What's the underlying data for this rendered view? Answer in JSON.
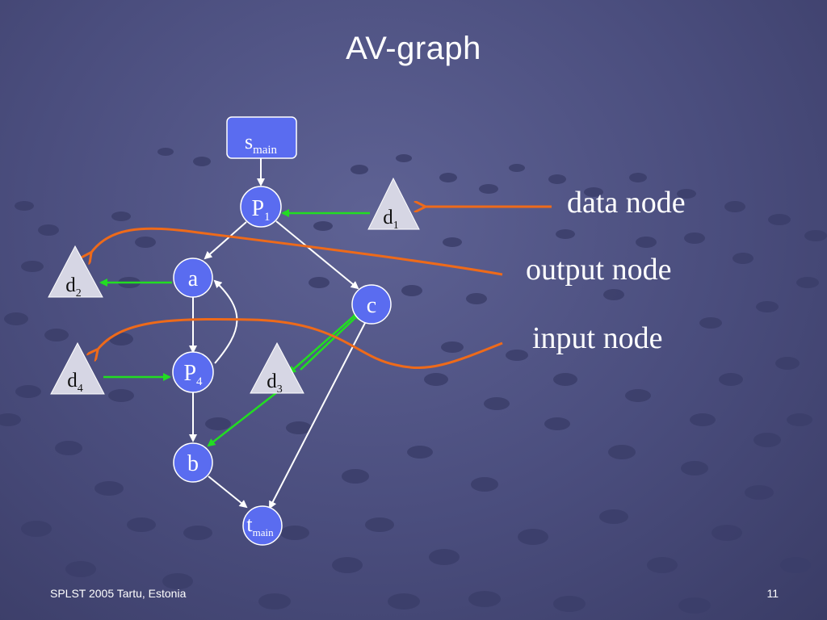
{
  "slide": {
    "title": "AV-graph",
    "footer_left": "SPLST 2005 Tartu, Estonia",
    "page_number": "11"
  },
  "callouts": {
    "data_node": "data node",
    "output_node": "output node",
    "input_node": "input node"
  },
  "nodes": {
    "s_main": {
      "base": "s",
      "sub": "main"
    },
    "p1": {
      "base": "P",
      "sub": "1"
    },
    "a": {
      "base": "a",
      "sub": ""
    },
    "c": {
      "base": "c",
      "sub": ""
    },
    "p4": {
      "base": "P",
      "sub": "4"
    },
    "b": {
      "base": "b",
      "sub": ""
    },
    "t_main": {
      "base": "t",
      "sub": "main"
    }
  },
  "data_nodes": {
    "d1": {
      "base": "d",
      "sub": "1"
    },
    "d2": {
      "base": "d",
      "sub": "2"
    },
    "d3": {
      "base": "d",
      "sub": "3"
    },
    "d4": {
      "base": "d",
      "sub": "4"
    }
  },
  "colors": {
    "node_fill": "#5a6cf0",
    "node_stroke": "#ffffff",
    "triangle_fill": "#d6d6e4",
    "control_edge": "#ffffff",
    "data_edge": "#22dd22",
    "callout_arrow": "#ee6a1a"
  }
}
